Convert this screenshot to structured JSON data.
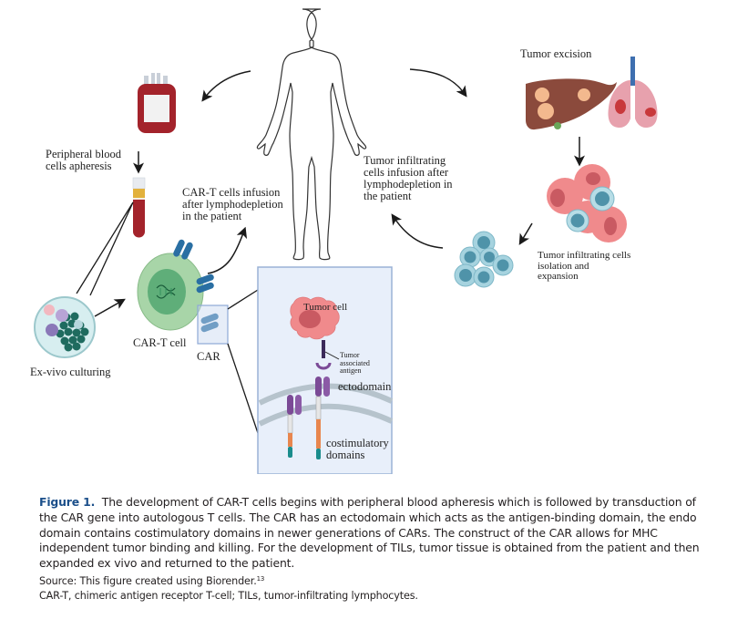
{
  "figure": {
    "labels": {
      "peripheral_blood": "Peripheral blood\ncells apheresis",
      "ex_vivo": "Ex-vivo culturing",
      "car_t_cell": "CAR-T cell",
      "car": "CAR",
      "car_t_infusion": "CAR-T cells infusion\nafter lymphodepletion\nin the patient",
      "til_infusion": "Tumor infiltrating\ncells infusion after\nlymphodepletion in\nthe patient",
      "tumor_excision": "Tumor excision",
      "til_isolation": "Tumor infiltrating cells\nisolation and\nexpansion",
      "tumor_cell": "Tumor cell",
      "tumor_antigen": "Tumor\nassociated\nantigen",
      "ectodomain": "ectodomain",
      "costimulatory": "costimulatory\ndomains"
    },
    "colors": {
      "blood": "#a3232b",
      "tcell_green": "#a8d5a8",
      "car_blue": "#2a6fa3",
      "tumor_pink": "#f08a8c",
      "til_blue": "#8cc7d6",
      "liver": "#8b4a3c",
      "lung": "#e7a1ad",
      "inset_bg": "#e8effa",
      "inset_border": "#9ab2d6",
      "domain_purple": "#7b4a96",
      "costim_orange": "#e8864e",
      "signal_teal": "#1a8c8c"
    }
  },
  "caption": {
    "figure_label": "Figure 1.",
    "text": "The development of CAR-T cells begins with peripheral blood apheresis which is followed by transduction of the CAR gene into autologous T cells. The CAR has an ectodomain which acts as the antigen-binding domain, the endo domain contains costimulatory domains in newer generations of CARs. The construct of the CAR allows for MHC independent tumor binding and killing. For the development of TILs, tumor tissue is obtained from the patient and then expanded ex vivo and returned to the patient.",
    "source": "Source: This figure created using Biorender.",
    "source_ref": "13",
    "abbreviations": "CAR-T, chimeric antigen receptor T-cell; TILs, tumor-infiltrating lymphocytes."
  }
}
